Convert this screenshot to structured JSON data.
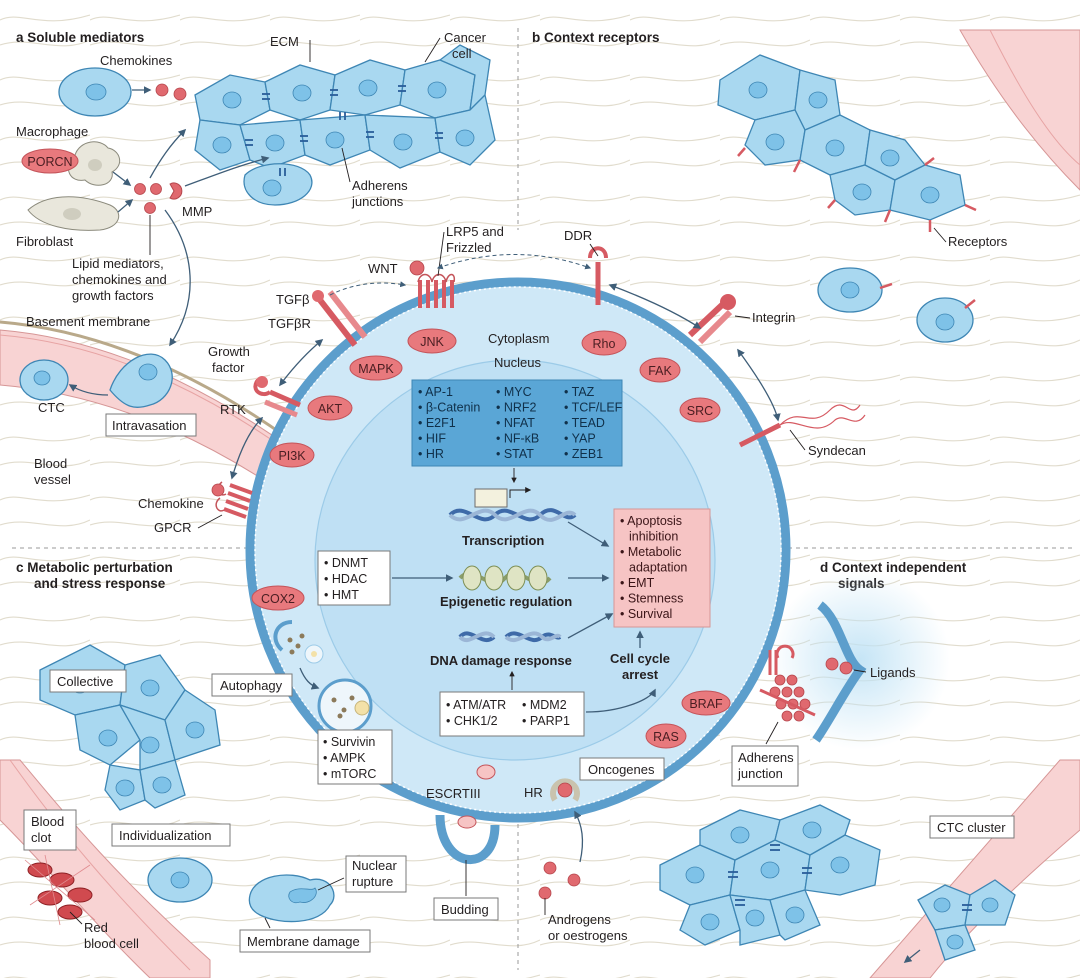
{
  "panels": {
    "a": {
      "letter": "a",
      "title": "Soluble mediators"
    },
    "b": {
      "letter": "b",
      "title": "Context receptors"
    },
    "c": {
      "letter": "c",
      "title_line1": "Metabolic perturbation",
      "title_line2": "and stress response"
    },
    "d": {
      "letter": "d",
      "title_line1": "Context independent",
      "title_line2": "signals"
    }
  },
  "panel_a_labels": {
    "chemokines": "Chemokines",
    "ecm": "ECM",
    "cancer_cell_1": "Cancer",
    "cancer_cell_2": "cell",
    "macrophage": "Macrophage",
    "porcn": "PORCN",
    "mmp": "MMP",
    "adherens_1": "Adherens",
    "adherens_2": "junctions",
    "fibroblast": "Fibroblast",
    "lipid_1": "Lipid mediators,",
    "lipid_2": "chemokines and",
    "lipid_3": "growth factors",
    "basement_membrane": "Basement membrane",
    "ctc": "CTC",
    "intravasation": "Intravasation",
    "blood_vessel_1": "Blood",
    "blood_vessel_2": "vessel"
  },
  "panel_b_labels": {
    "ddr": "DDR",
    "receptors": "Receptors",
    "integrin": "Integrin",
    "syndecan": "Syndecan"
  },
  "membrane_labels": {
    "lrp5_1": "LRP5 and",
    "lrp5_2": "Frizzled",
    "wnt": "WNT",
    "tgfb": "TGFβ",
    "tgfbr": "TGFβR",
    "growth_factor_1": "Growth",
    "growth_factor_2": "factor",
    "rtk": "RTK",
    "chemokine": "Chemokine",
    "gpcr": "GPCR",
    "cytoplasm": "Cytoplasm",
    "nucleus": "Nucleus"
  },
  "kinases": {
    "jnk": "JNK",
    "mapk": "MAPK",
    "akt": "AKT",
    "pi3k": "PI3K",
    "rho": "Rho",
    "fak": "FAK",
    "src": "SRC",
    "cox2": "COX2",
    "braf": "BRAF",
    "ras": "RAS"
  },
  "transcription_factors": {
    "col1": [
      "AP-1",
      "β-Catenin",
      "E2F1",
      "HIF",
      "HR"
    ],
    "col2": [
      "MYC",
      "NRF2",
      "NFAT",
      "NF-κB",
      "STAT"
    ],
    "col3": [
      "TAZ",
      "TCF/LEF",
      "TEAD",
      "YAP",
      "ZEB1"
    ]
  },
  "processes": {
    "transcription": "Transcription",
    "epigenetic": "Epigenetic regulation",
    "dna_damage": "DNA damage response",
    "cell_cycle_1": "Cell cycle",
    "cell_cycle_2": "arrest"
  },
  "epigenetic_box": [
    "DNMT",
    "HDAC",
    "HMT"
  ],
  "dna_damage_box": {
    "col1": [
      "ATM/ATR",
      "CHK1/2"
    ],
    "col2": [
      "MDM2",
      "PARP1"
    ]
  },
  "outcomes": [
    "Apoptosis",
    "inhibition",
    "Metabolic",
    "adaptation",
    "EMT",
    "Stemness",
    "Survival"
  ],
  "panel_c_labels": {
    "autophagy": "Autophagy",
    "metabolic_box": [
      "Survivin",
      "AMPK",
      "mTORC"
    ],
    "collective": "Collective",
    "individualization": "Individualization",
    "blood_clot_1": "Blood",
    "blood_clot_2": "clot",
    "rbc_1": "Red",
    "rbc_2": "blood cell",
    "nuclear_rupture_1": "Nuclear",
    "nuclear_rupture_2": "rupture",
    "membrane_damage": "Membrane damage",
    "escrtiii": "ESCRTIII",
    "budding": "Budding"
  },
  "panel_d_labels": {
    "ligands": "Ligands",
    "adherens_1": "Adherens",
    "adherens_2": "junction",
    "oncogenes": "Oncogenes",
    "hr": "HR",
    "androgens_1": "Androgens",
    "androgens_2": "or oestrogens",
    "ctc_cluster": "CTC cluster"
  },
  "colors": {
    "cell_fill": "#a9d8f0",
    "cell_stroke": "#3e86b4",
    "kinase_pill": "#e8797d",
    "tf_box": "#5aa6d6",
    "outcome_box": "#f6c4c4",
    "vessel": "#f8d3d3",
    "cytoplasm": "#cfe8f7",
    "nucleus": "#bfe0f4"
  }
}
